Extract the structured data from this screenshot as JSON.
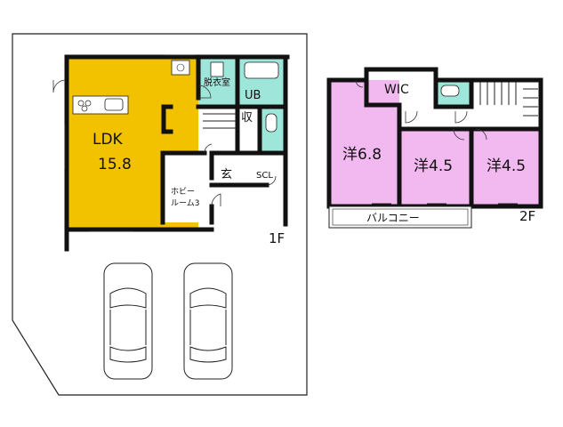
{
  "floor1": {
    "label": "1F",
    "rooms": {
      "ldk_name": "LDK",
      "ldk_size": "15.8",
      "dressing": "脱衣室",
      "bath": "UB",
      "storage": "収",
      "entrance": "玄",
      "scl": "SCL",
      "hobby_line1": "ホビー",
      "hobby_line2": "ルーム3"
    }
  },
  "floor2": {
    "label": "2F",
    "rooms": {
      "wic": "WIC",
      "room1": "洋6.8",
      "room2": "洋4.5",
      "room3": "洋4.5",
      "balcony": "バルコニー"
    }
  },
  "colors": {
    "ldk": "#f2c200",
    "wet": "#9ee6da",
    "western": "#f2b8f0",
    "wall": "#111111"
  }
}
